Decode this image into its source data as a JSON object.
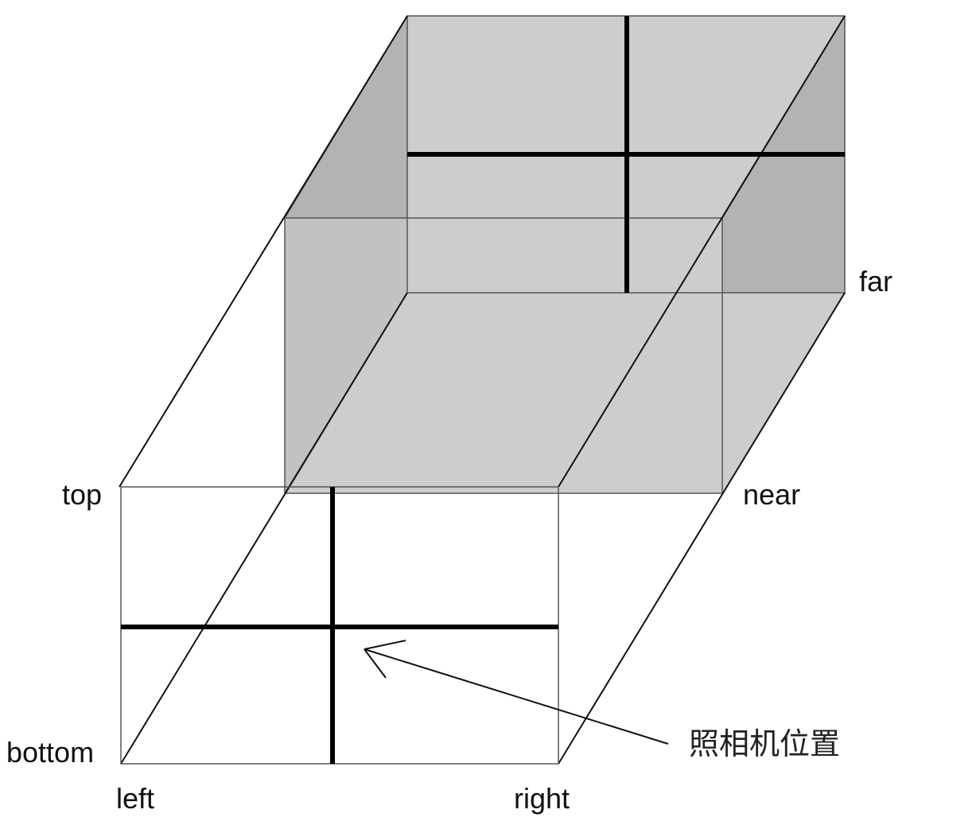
{
  "labels": {
    "top": "top",
    "bottom": "bottom",
    "left": "left",
    "right": "right",
    "near": "near",
    "far": "far",
    "camera": "照相机位置"
  },
  "colors": {
    "light_face": "#cdcdcd",
    "dark_face": "#b3b3b3",
    "line": "#111111",
    "background": "#ffffff"
  }
}
